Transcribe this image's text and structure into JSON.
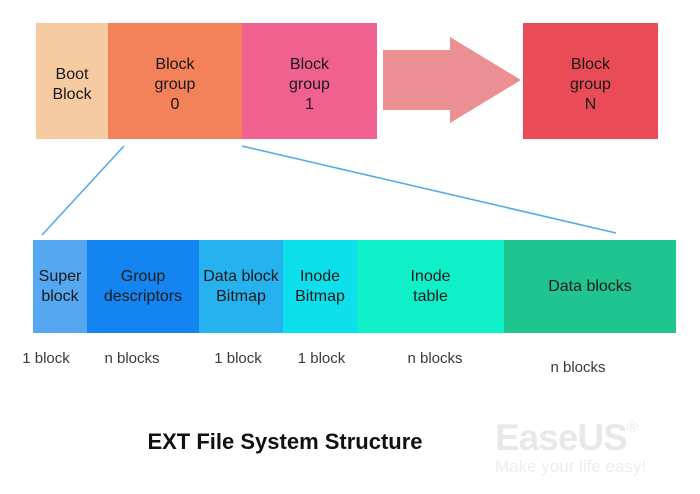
{
  "colors": {
    "background": "#FFFFFF",
    "connector_line": "#55AAE8",
    "arrow": "#EC8F92",
    "title_text": "#111111",
    "size_text": "#3A3A3A",
    "logo_gray": "#E8E8E8",
    "tagline_gray": "#EDEDED"
  },
  "top_row": {
    "blocks": [
      {
        "label": "Boot\nBlock",
        "color": "#F6CBA2"
      },
      {
        "label": "Block\ngroup\n0",
        "color": "#F3815A"
      },
      {
        "label": "Block\ngroup\n1",
        "color": "#F0618F"
      },
      {
        "label": "Block\ngroup\nN",
        "color": "#E94C57"
      }
    ]
  },
  "bottom_row": {
    "blocks": [
      {
        "label": "Super\nblock",
        "size": "1 block",
        "color": "#54A7F0"
      },
      {
        "label": "Group\ndescriptors",
        "size": "n blocks",
        "color": "#1485F0"
      },
      {
        "label": "Data block\nBitmap",
        "size": "1 block",
        "color": "#26B2EF"
      },
      {
        "label": "Inode\nBitmap",
        "size": "1 block",
        "color": "#0EDFEC"
      },
      {
        "label": "Inode\ntable",
        "size": "n blocks",
        "color": "#0FF0C9"
      },
      {
        "label": "Data blocks",
        "size": "n blocks",
        "color": "#1FC48F"
      }
    ]
  },
  "title": "EXT File System Structure",
  "logo": {
    "brand": "EaseUS",
    "registered_mark": "®",
    "tagline": "Make your life easy!"
  }
}
